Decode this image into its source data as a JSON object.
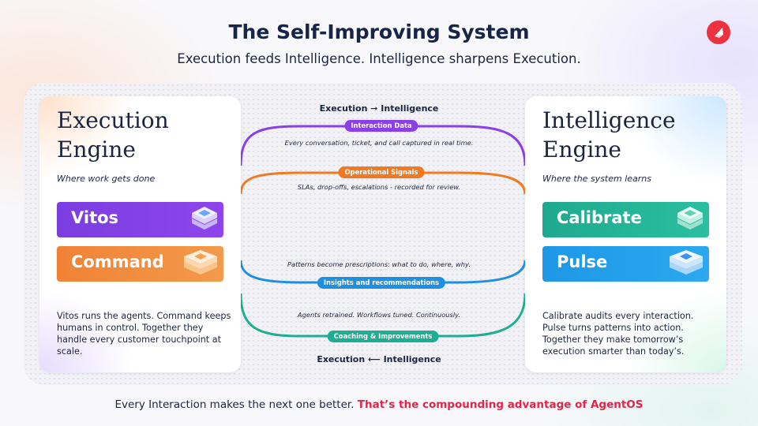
{
  "header": {
    "title": "The Self-Improving System",
    "subtitle": "Execution feeds Intelligence. Intelligence sharpens Execution."
  },
  "execution_engine": {
    "title": "Execution Engine",
    "subtitle": "Where work gets done",
    "products": [
      {
        "label": "Vitos",
        "color": "#7b3fe0",
        "icon": "layers-stack-icon"
      },
      {
        "label": "Command",
        "color": "#f08a3c",
        "icon": "layers-stack-icon"
      }
    ],
    "description": "Vitos runs the agents. Command keeps humans in control. Together they handle every customer touchpoint at scale."
  },
  "intelligence_engine": {
    "title": "Intelligence Engine",
    "subtitle": "Where the system learns",
    "products": [
      {
        "label": "Calibrate",
        "color": "#1fae91",
        "icon": "layers-stack-icon"
      },
      {
        "label": "Pulse",
        "color": "#1f9be6",
        "icon": "layers-stack-icon"
      }
    ],
    "description": "Calibrate  audits every interaction. Pulse turns patterns into action. Together they make tomorrow’s execution smarter than today’s."
  },
  "flows": {
    "top_label": "Execution ➞ Intelligence",
    "bottom_label": "Execution ⟵ Intelligence",
    "arcs": [
      {
        "pill": "Interaction Data",
        "note": "Every conversation, ticket, and call captured in real time.",
        "color": "#8b3fe6"
      },
      {
        "pill": "Operational Signals",
        "note": "SLAs, drop-offs, escalations - recorded for review.",
        "color": "#f07a22"
      },
      {
        "pill": "Insights and recommendations",
        "note": "Patterns become prescriptions: what to do, where, why.",
        "color": "#1f8fe0"
      },
      {
        "pill": "Coaching & Improvements",
        "note": "Agents retrained. Workflows tuned. Continuously.",
        "color": "#1fae91"
      }
    ]
  },
  "footer": {
    "text": "Every Interaction makes the next one better.",
    "highlight": "That’s the compounding advantage of AgentOS"
  }
}
